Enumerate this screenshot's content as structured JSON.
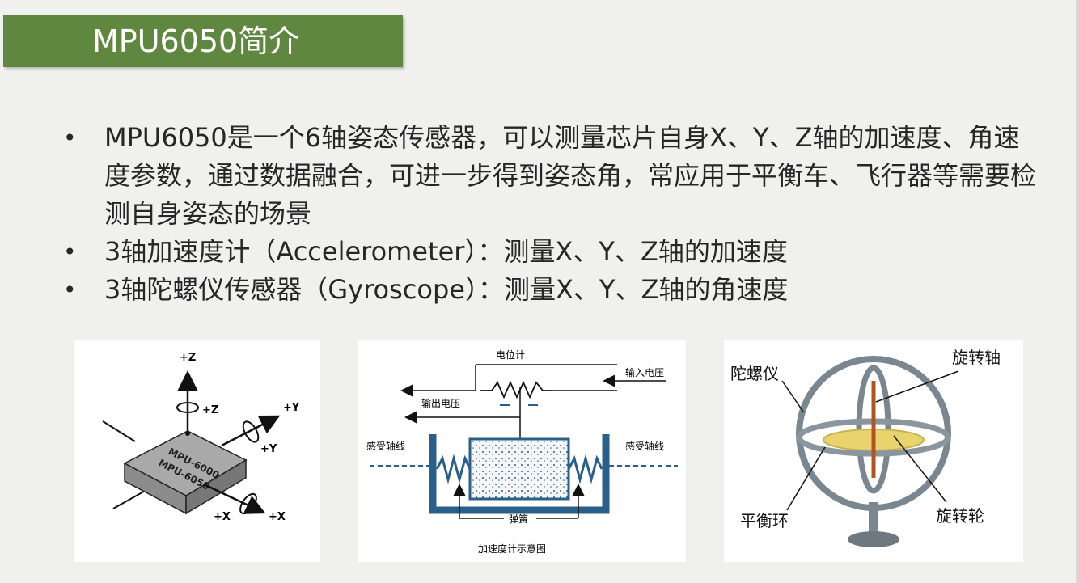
{
  "slide": {
    "title": "MPU6050简介",
    "bullet_symbol": "•",
    "bullets": [
      "MPU6050是一个6轴姿态传感器，可以测量芯片自身X、Y、Z轴的加速度、角速度参数，通过数据融合，可进一步得到姿态角，常应用于平衡车、飞行器等需要检测自身姿态的场景",
      "3轴加速度计（Accelerometer）：测量X、Y、Z轴的加速度",
      "3轴陀螺仪传感器（Gyroscope）：测量X、Y、Z轴的角速度"
    ]
  },
  "figures": {
    "chip": {
      "axis_z_top": "+Z",
      "axis_z_rot": "+Z",
      "axis_y_top": "+Y",
      "axis_y_rot": "+Y",
      "axis_x_rot": "+X",
      "axis_x_end": "+X",
      "chip_label_1": "MPU-6000",
      "chip_label_2": "MPU-6050"
    },
    "accelerometer": {
      "potentiometer": "电位计",
      "input_voltage": "输入电压",
      "output_voltage": "输出电压",
      "sense_axis_left": "感受轴线",
      "sense_axis_right": "感受轴线",
      "spring": "弹簧",
      "caption": "加速度计示意图"
    },
    "gyroscope": {
      "gyroscope_label": "陀螺仪",
      "spin_axis": "旋转轴",
      "gimbal": "平衡环",
      "rotor": "旋转轮"
    }
  },
  "colors": {
    "title_bg": "#5f873f",
    "title_text": "#ffffff",
    "body_text": "#262626",
    "slide_bg": "#f0f0ef",
    "accel_blue": "#2a5f8a",
    "gyro_ring": "#7b8790",
    "rotor_yellow": "#e8d36c",
    "spin_axis": "#b3541e"
  }
}
